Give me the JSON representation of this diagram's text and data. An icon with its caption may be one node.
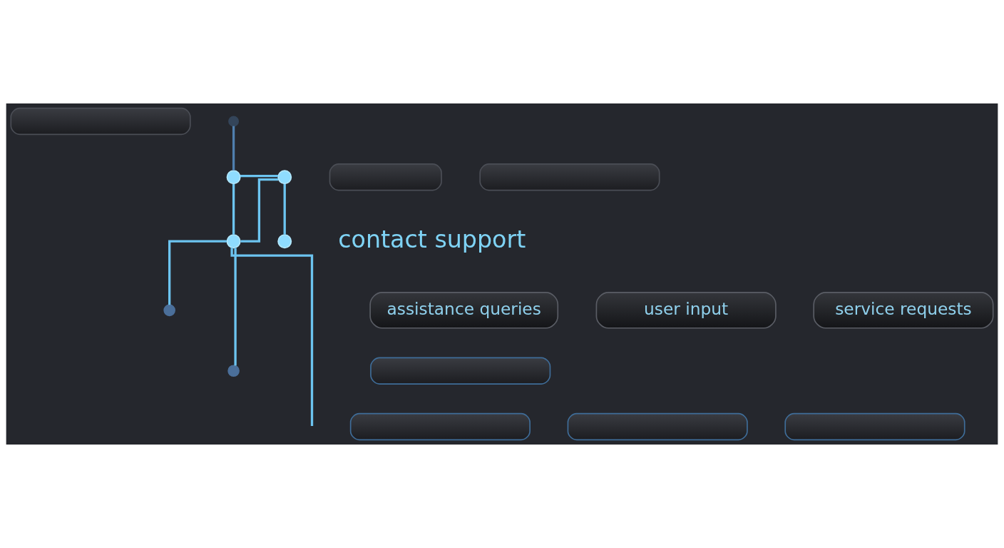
{
  "diagram": {
    "nodes": [
      {
        "text": [],
        "shape": "bar"
      },
      {
        "text": [],
        "shape": "circle"
      },
      {
        "text": [],
        "shape": "bar"
      },
      {
        "text": [],
        "shape": "bar"
      },
      {
        "text": [],
        "shape": "circle"
      },
      {
        "text": [],
        "shape": "circle"
      },
      {
        "text": [],
        "shape": "circle"
      },
      {
        "text": [],
        "shape": "circle"
      },
      {
        "text": [],
        "shape": "circle"
      },
      {
        "text": [
          "assistance queries"
        ]
      },
      {
        "text": [
          "user input"
        ]
      },
      {
        "text": [
          "service requests"
        ]
      },
      {
        "text": [],
        "shape": "bar"
      },
      {
        "text": [],
        "shape": "circle"
      },
      {
        "text": [],
        "shape": "bar"
      },
      {
        "text": [],
        "shape": "bar"
      },
      {
        "text": [],
        "shape": "bar"
      }
    ],
    "edges": [
      {
        "from": 1,
        "to": 4,
        "arrow": "none",
        "color": "#4f7fae"
      },
      {
        "from": 4,
        "to": 5,
        "arrow": "none"
      },
      {
        "from": 5,
        "to": 6,
        "arrow": "none"
      },
      {
        "from": 4,
        "to": 8,
        "arrow": "none"
      },
      {
        "from": 5,
        "to": 8,
        "arrow": "none"
      },
      {
        "from": 8,
        "to": 7,
        "arrow": "none"
      },
      {
        "from": 8,
        "to": 13,
        "arrow": "none"
      },
      {
        "from": 8,
        "to": null,
        "arrow": "none"
      }
    ],
    "labels": [
      "contact support"
    ]
  }
}
